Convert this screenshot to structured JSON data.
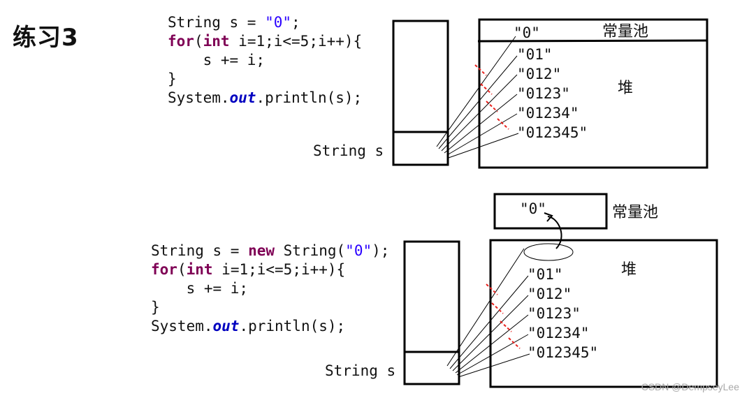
{
  "title": "练习3",
  "example1": {
    "code_lines": [
      [
        {
          "t": "String s = ",
          "c": ""
        },
        {
          "t": "\"0\"",
          "c": "str"
        },
        {
          "t": ";",
          "c": ""
        }
      ],
      [
        {
          "t": "for",
          "c": "kw"
        },
        {
          "t": "(",
          "c": ""
        },
        {
          "t": "int",
          "c": "kw"
        },
        {
          "t": " i=1;i<=5;i++){",
          "c": ""
        }
      ],
      [
        {
          "t": "    s += i;",
          "c": ""
        }
      ],
      [
        {
          "t": "}",
          "c": ""
        }
      ],
      [
        {
          "t": "System.",
          "c": ""
        },
        {
          "t": "out",
          "c": "fld"
        },
        {
          "t": ".println(s);",
          "c": ""
        }
      ]
    ],
    "stack_label": "String s",
    "pool_label": "常量池",
    "heap_label": "堆",
    "pool_value": "\"0\"",
    "heap_values": [
      "\"01\"",
      "\"012\"",
      "\"0123\"",
      "\"01234\"",
      "\"012345\""
    ]
  },
  "example2": {
    "code_lines": [
      [
        {
          "t": "String s = ",
          "c": ""
        },
        {
          "t": "new",
          "c": "kw"
        },
        {
          "t": " String(",
          "c": ""
        },
        {
          "t": "\"0\"",
          "c": "str"
        },
        {
          "t": ");",
          "c": ""
        }
      ],
      [
        {
          "t": "for",
          "c": "kw"
        },
        {
          "t": "(",
          "c": ""
        },
        {
          "t": "int",
          "c": "kw"
        },
        {
          "t": " i=1;i<=5;i++){",
          "c": ""
        }
      ],
      [
        {
          "t": "    s += i;",
          "c": ""
        }
      ],
      [
        {
          "t": "}",
          "c": ""
        }
      ],
      [
        {
          "t": "System.",
          "c": ""
        },
        {
          "t": "out",
          "c": "fld"
        },
        {
          "t": ".println(s);",
          "c": ""
        }
      ]
    ],
    "stack_label": "String s",
    "pool_label": "常量池",
    "heap_label": "堆",
    "pool_value": "\"0\"",
    "heap_values": [
      "\"01\"",
      "\"012\"",
      "\"0123\"",
      "\"01234\"",
      "\"012345\""
    ]
  },
  "watermark": "CSDN @DempseyLee",
  "colors": {
    "keyword": "#7f0055",
    "string": "#2a00ff",
    "field": "#0000c0",
    "cross_mark": "#e8201c"
  }
}
